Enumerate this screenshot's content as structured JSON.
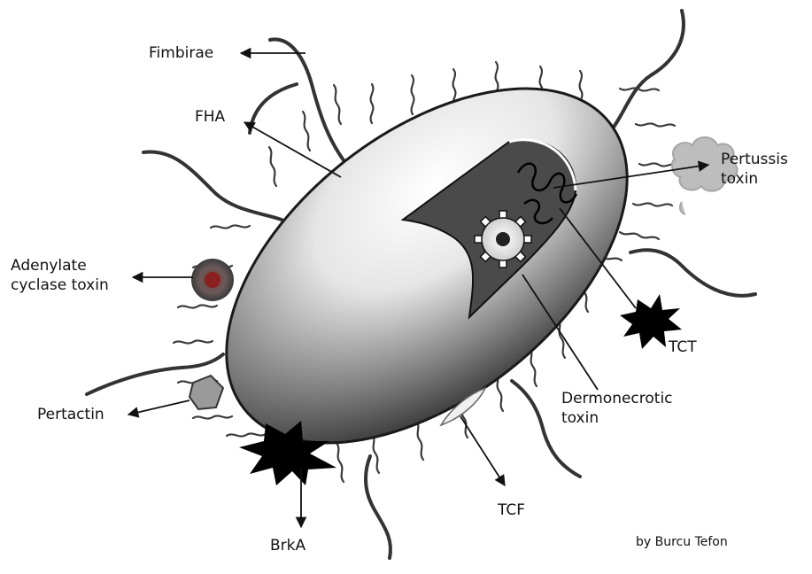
{
  "labels": {
    "fimbirae": "Fimbirae",
    "fha": "FHA",
    "adenylate_1": "Adenylate",
    "adenylate_2": "cyclase toxin",
    "pertactin": "Pertactin",
    "brka": "BrkA",
    "tcf": "TCF",
    "dermo_1": "Dermonecrotic",
    "dermo_2": "toxin",
    "tct": "TCT",
    "pertussis_1": "Pertussis",
    "pertussis_2": "toxin"
  },
  "credit": "by Burcu Tefon",
  "colors": {
    "ink": "#111111",
    "interior": "#4a4a4a",
    "pertussis_cloud": "#bdbdbd",
    "pertactin_box": "#9a9a9a",
    "adenylate_blob": "#6b5a5a"
  }
}
